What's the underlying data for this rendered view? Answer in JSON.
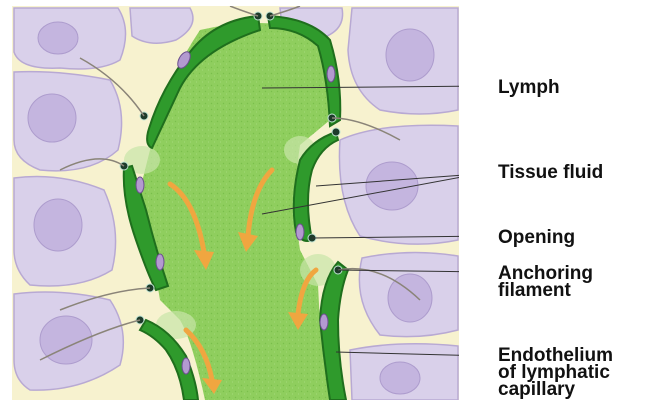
{
  "labels": {
    "lymph": "Lymph",
    "tissue_fluid": "Tissue fluid",
    "opening": "Opening",
    "anchoring_filament": [
      "Anchoring",
      "filament"
    ],
    "endothelium": [
      "Endothelium",
      "of lymphatic",
      "capillary"
    ]
  },
  "colors": {
    "tissue_background": "#f7f2cf",
    "cell_fill": "#d9d0ea",
    "cell_nucleus": "#c4b5df",
    "lymph_fill": "#8fce5e",
    "endothelium": "#2f9a2c",
    "endothelium_highlight": "#6cc54c",
    "flow_arrow": "#f0a640",
    "filament": "#8a8478",
    "leader_line": "#333333"
  }
}
